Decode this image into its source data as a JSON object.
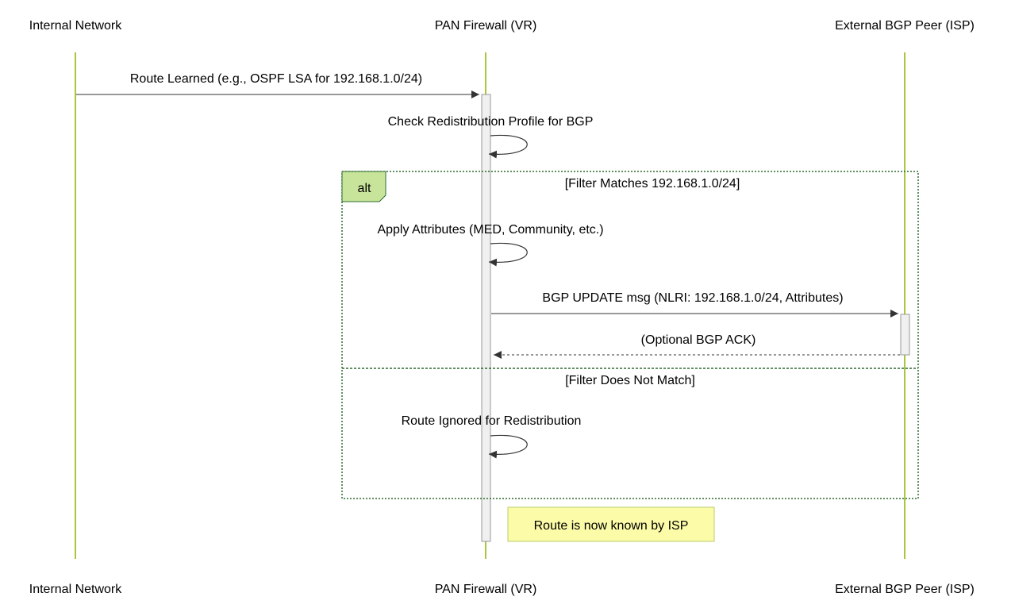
{
  "participants": [
    {
      "id": "internal",
      "label": "Internal Network"
    },
    {
      "id": "firewall",
      "label": "PAN Firewall (VR)"
    },
    {
      "id": "peer",
      "label": "External BGP Peer (ISP)"
    }
  ],
  "messages": {
    "route_learned": "Route Learned (e.g., OSPF LSA for 192.168.1.0/24)",
    "check_profile": "Check Redistribution Profile for BGP",
    "apply_attributes": "Apply Attributes (MED, Community, etc.)",
    "bgp_update": "BGP UPDATE msg (NLRI: 192.168.1.0/24, Attributes)",
    "bgp_ack": "(Optional BGP ACK)",
    "route_ignored": "Route Ignored for Redistribution"
  },
  "alt_block": {
    "keyword": "alt",
    "condition_1": "[Filter Matches 192.168.1.0/24]",
    "condition_2": "[Filter Does Not Match]"
  },
  "note": {
    "text": "Route is now known by ISP"
  },
  "colors": {
    "lifeline": "#a8c83c",
    "alt_border": "#2e6b2e",
    "alt_tab_fill": "#c8e49a",
    "note_fill": "#fbfba8",
    "note_border": "#b9cc6c",
    "activation_fill": "#f0f0f0",
    "activation_border": "#999999",
    "arrow": "#333333"
  }
}
